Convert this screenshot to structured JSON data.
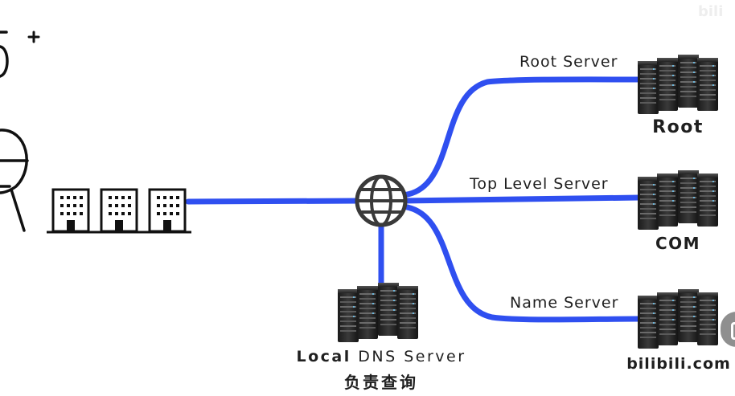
{
  "edges": {
    "root": "Root Server",
    "top_level": "Top Level Server",
    "name": "Name Server"
  },
  "nodes": {
    "root": "Root",
    "com": "COM",
    "bilibili": "bilibili.com"
  },
  "local": {
    "bold_part": "Local",
    "rest": "DNS Server",
    "subtitle": "负责查询"
  },
  "watermark": "bili",
  "colors": {
    "line": "#2f4ff0",
    "ink": "#111111"
  },
  "icons": {
    "globe": "globe-icon",
    "server": "server-rack-icon",
    "building": "office-building-icon",
    "person": "person-illustration"
  }
}
